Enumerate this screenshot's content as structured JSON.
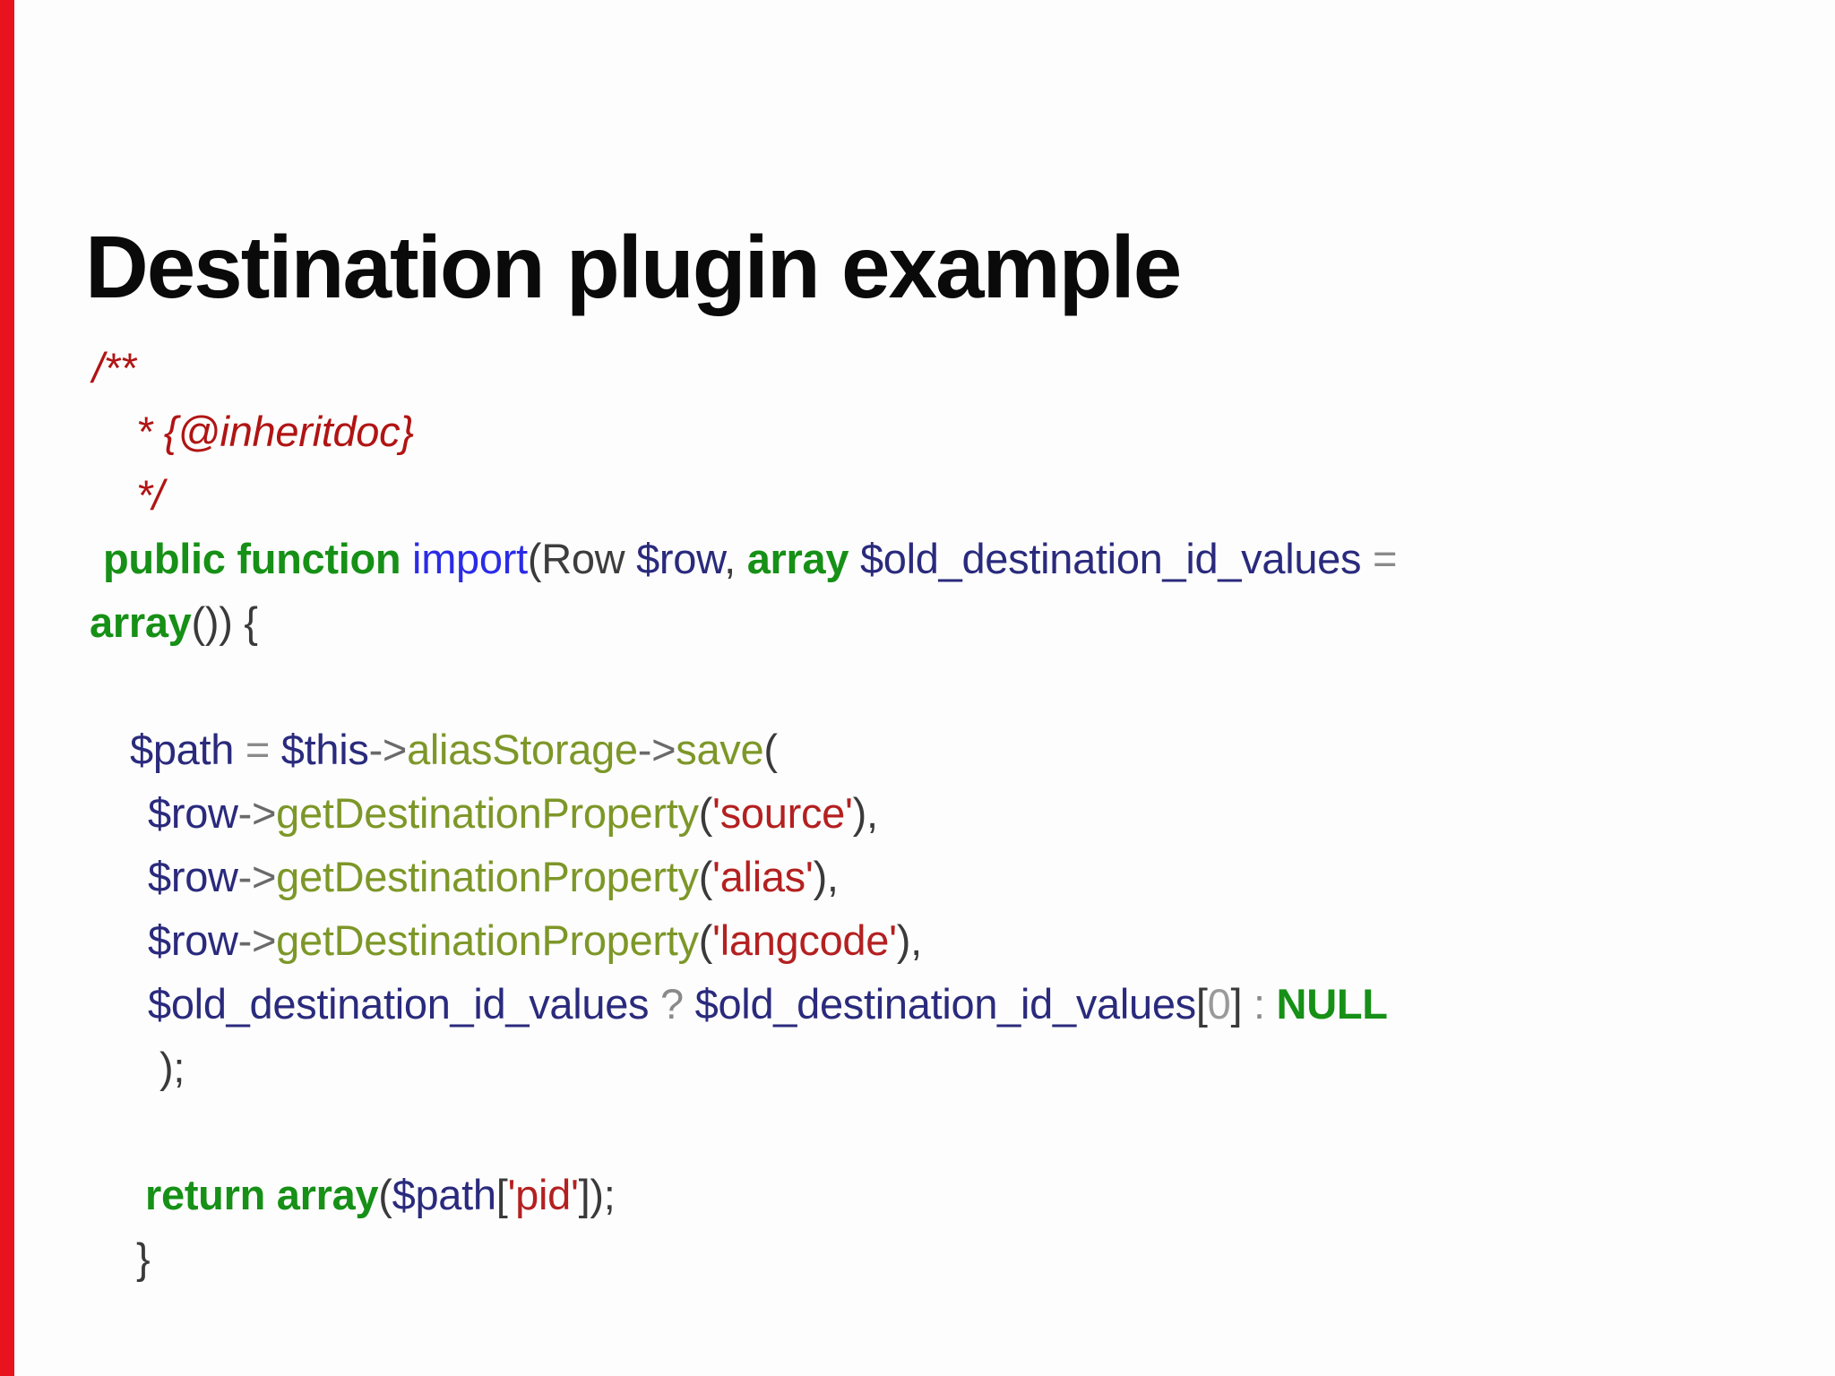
{
  "slide": {
    "title": "Destination plugin example",
    "accent_color": "#e8131c",
    "background_color": "#fdfdfd",
    "title_color": "#0a0a0a"
  },
  "code": {
    "language": "php",
    "palette": {
      "comment": "#b11414",
      "keyword": "#169016",
      "function_name": "#2b2be6",
      "class_name": "#3d3d3d",
      "variable": "#2a2a7d",
      "operator": "#8a8a8a",
      "arrow": "#6a6a6a",
      "punctuation": "#3a3a3a",
      "method": "#7d9728",
      "string": "#b42020",
      "number": "#9a9a9a",
      "constant": "#169016"
    },
    "lines": [
      {
        "indent": 8,
        "segments": [
          {
            "t": "/**",
            "c": "cm"
          }
        ]
      },
      {
        "indent": 57,
        "segments": [
          {
            "t": "* {@inheritdoc}",
            "c": "cm"
          }
        ]
      },
      {
        "indent": 57,
        "segments": [
          {
            "t": "*/",
            "c": "cm"
          }
        ]
      },
      {
        "indent": 20,
        "segments": [
          {
            "t": "public function",
            "c": "kw"
          },
          {
            "t": " ",
            "c": "def"
          },
          {
            "t": "import",
            "c": "fn"
          },
          {
            "t": "(",
            "c": "pn"
          },
          {
            "t": "Row",
            "c": "cls"
          },
          {
            "t": " ",
            "c": "def"
          },
          {
            "t": "$row",
            "c": "var"
          },
          {
            "t": ", ",
            "c": "pn"
          },
          {
            "t": "array",
            "c": "kw"
          },
          {
            "t": " ",
            "c": "def"
          },
          {
            "t": "$old_destination_id_values",
            "c": "var"
          },
          {
            "t": " =",
            "c": "op"
          }
        ]
      },
      {
        "indent": 5,
        "segments": [
          {
            "t": "array",
            "c": "kw"
          },
          {
            "t": "()) {",
            "c": "pn"
          }
        ]
      },
      {
        "indent": 0,
        "segments": []
      },
      {
        "indent": 50,
        "segments": [
          {
            "t": "$path",
            "c": "var"
          },
          {
            "t": " = ",
            "c": "op"
          },
          {
            "t": "$this",
            "c": "var"
          },
          {
            "t": "->",
            "c": "arr"
          },
          {
            "t": "aliasStorage",
            "c": "mth"
          },
          {
            "t": "->",
            "c": "arr"
          },
          {
            "t": "save",
            "c": "mth"
          },
          {
            "t": "(",
            "c": "pn"
          }
        ]
      },
      {
        "indent": 70,
        "segments": [
          {
            "t": "$row",
            "c": "var"
          },
          {
            "t": "->",
            "c": "arr"
          },
          {
            "t": "getDestinationProperty",
            "c": "mth"
          },
          {
            "t": "(",
            "c": "pn"
          },
          {
            "t": "'source'",
            "c": "str"
          },
          {
            "t": "),",
            "c": "pn"
          }
        ]
      },
      {
        "indent": 70,
        "segments": [
          {
            "t": "$row",
            "c": "var"
          },
          {
            "t": "->",
            "c": "arr"
          },
          {
            "t": "getDestinationProperty",
            "c": "mth"
          },
          {
            "t": "(",
            "c": "pn"
          },
          {
            "t": "'alias'",
            "c": "str"
          },
          {
            "t": "),",
            "c": "pn"
          }
        ]
      },
      {
        "indent": 70,
        "segments": [
          {
            "t": "$row",
            "c": "var"
          },
          {
            "t": "->",
            "c": "arr"
          },
          {
            "t": "getDestinationProperty",
            "c": "mth"
          },
          {
            "t": "(",
            "c": "pn"
          },
          {
            "t": "'langcode'",
            "c": "str"
          },
          {
            "t": "),",
            "c": "pn"
          }
        ]
      },
      {
        "indent": 70,
        "segments": [
          {
            "t": "$old_destination_id_values",
            "c": "var"
          },
          {
            "t": " ? ",
            "c": "op"
          },
          {
            "t": "$old_destination_id_values",
            "c": "var"
          },
          {
            "t": "[",
            "c": "pn"
          },
          {
            "t": "0",
            "c": "num"
          },
          {
            "t": "]",
            "c": "pn"
          },
          {
            "t": " : ",
            "c": "op"
          },
          {
            "t": "NULL",
            "c": "kc"
          }
        ]
      },
      {
        "indent": 83,
        "segments": [
          {
            "t": ");",
            "c": "pn"
          }
        ]
      },
      {
        "indent": 0,
        "segments": []
      },
      {
        "indent": 67,
        "segments": [
          {
            "t": "return array",
            "c": "kw"
          },
          {
            "t": "(",
            "c": "pn"
          },
          {
            "t": "$path",
            "c": "var"
          },
          {
            "t": "[",
            "c": "pn"
          },
          {
            "t": "'pid'",
            "c": "str"
          },
          {
            "t": "]);",
            "c": "pn"
          }
        ]
      },
      {
        "indent": 57,
        "segments": [
          {
            "t": "}",
            "c": "pn"
          }
        ]
      }
    ]
  }
}
